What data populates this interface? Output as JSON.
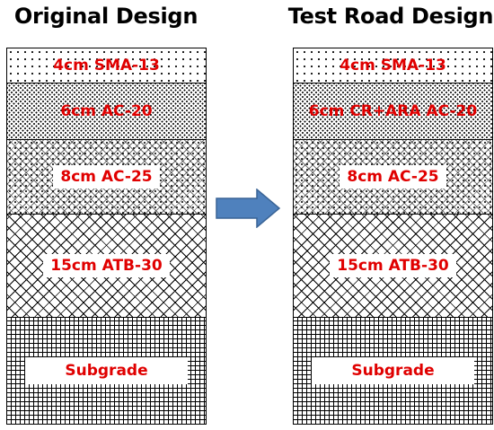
{
  "left": {
    "title": "Original Design",
    "layers": [
      "4cm SMA-13",
      "6cm AC-20",
      "8cm AC-25",
      "15cm ATB-30",
      "Subgrade"
    ]
  },
  "right": {
    "title": "Test Road Design",
    "layers": [
      "4cm SMA-13",
      "6cm CR+ARA AC-20",
      "8cm AC-25",
      "15cm ATB-30",
      "Subgrade"
    ]
  },
  "colors": {
    "label": "#e00000",
    "arrow_fill": "#4f81bd",
    "arrow_stroke": "#3a6496"
  },
  "icons": {
    "arrow": "right-arrow-icon"
  }
}
